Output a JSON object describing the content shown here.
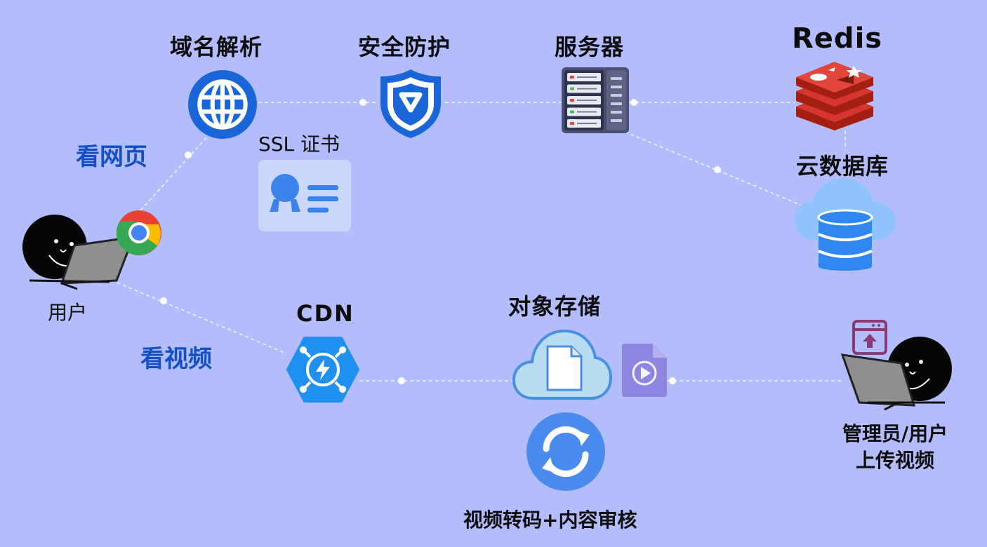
{
  "colors": {
    "background": "#b3bdfb",
    "link": "#dff2ff",
    "accent_blue": "#1a66d8",
    "label_blue": "#1550c2",
    "redis_red": "#d6362c",
    "cloud_blue": "#4a9bf5",
    "cdn_blue": "#1f8ff0",
    "transcode_blue": "#4a8bf0",
    "cert_bg": "#c9d8fb",
    "file_purple": "#8d86e0"
  },
  "nodes": {
    "dns": {
      "label": "域名解析",
      "icon": "globe-icon"
    },
    "security": {
      "label": "安全防护",
      "icon": "shield-icon"
    },
    "server": {
      "label": "服务器",
      "icon": "server-rack-icon"
    },
    "redis": {
      "label": "Redis",
      "icon": "redis-icon"
    },
    "cloud_db": {
      "label": "云数据库",
      "icon": "cloud-database-icon"
    },
    "ssl": {
      "label": "SSL 证书",
      "icon": "certificate-icon"
    },
    "user": {
      "label": "用户",
      "icon": "user-laptop-icon",
      "browser_icon": "chrome-icon"
    },
    "cdn": {
      "label": "CDN",
      "icon": "cdn-icon"
    },
    "object_storage": {
      "label": "对象存储",
      "icon": "cloud-file-icon",
      "video_icon": "video-file-icon"
    },
    "transcode": {
      "label": "视频转码+内容审核",
      "icon": "refresh-icon"
    },
    "admin": {
      "label_line1": "管理员/用户",
      "label_line2": "上传视频",
      "icon": "admin-laptop-icon",
      "upload_icon": "upload-window-icon"
    }
  },
  "paths": {
    "browse": {
      "label": "看网页"
    },
    "watch": {
      "label": "看视频"
    }
  }
}
